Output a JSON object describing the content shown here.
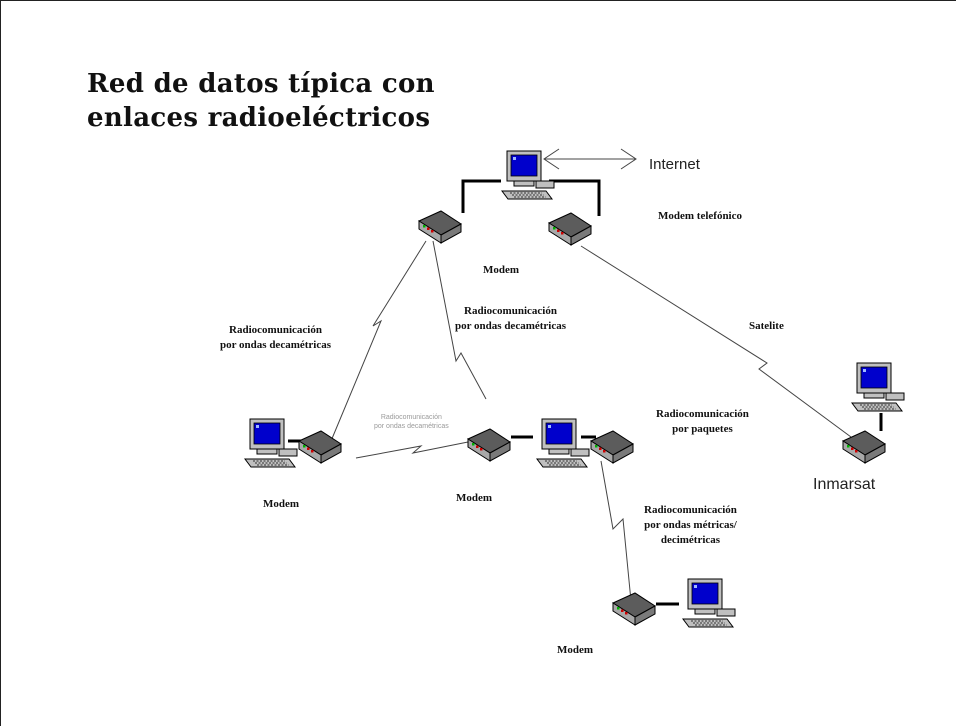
{
  "title": {
    "line1": "Red de datos típica con",
    "line2": "enlaces radioeléctricos"
  },
  "labels": {
    "internet": "Internet",
    "modem_telefonico": "Modem telefónico",
    "modem_top": "Modem",
    "radio_left_1": "Radiocomunicación",
    "radio_left_2": "por ondas decamétricas",
    "radio_mid_1": "Radiocomunicación",
    "radio_mid_2": "por ondas decamétricas",
    "satelite": "Satelite",
    "faint_1": "Radiocomunicación",
    "faint_2": "por ondas decamétricas",
    "radio_paquetes_1": "Radiocomunicación",
    "radio_paquetes_2": "por paquetes",
    "inmarsat": "Inmarsat",
    "modem_left": "Modem",
    "modem_center": "Modem",
    "radio_metricas_1": "Radiocomunicación",
    "radio_metricas_2": "por ondas métricas/",
    "radio_metricas_3": "decimétricas",
    "modem_bottom": "Modem"
  },
  "colors": {
    "screen": "#0000cc",
    "device": "#505050",
    "case": "#c0c0c0"
  }
}
